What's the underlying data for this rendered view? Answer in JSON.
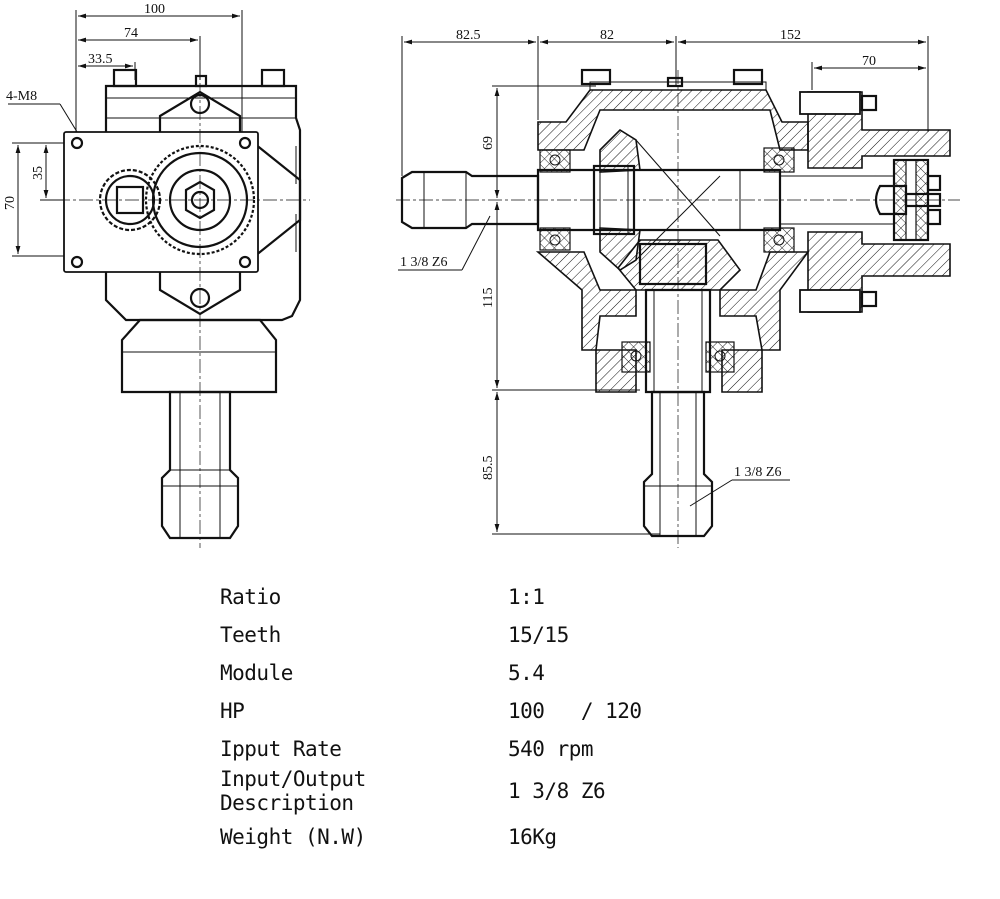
{
  "drawing": {
    "dims_front": {
      "width_100": "100",
      "width_74": "74",
      "width_33_5": "33.5",
      "height_35": "35",
      "height_70": "70",
      "holes": "4-M8"
    },
    "dims_section": {
      "len_82_5": "82.5",
      "len_82": "82",
      "len_152": "152",
      "len_70": "70",
      "h_69": "69",
      "h_115": "115",
      "h_85_5": "85.5",
      "shaft_input": "1 3/8 Z6",
      "shaft_output": "1 3/8 Z6"
    }
  },
  "specs": [
    {
      "label": "Ratio",
      "value": "1:1"
    },
    {
      "label": "Teeth",
      "value": "15/15"
    },
    {
      "label": "Module",
      "value": "5.4"
    },
    {
      "label": "HP",
      "value": "100   / 120"
    },
    {
      "label": "Ipput Rate",
      "value": "540 rpm"
    },
    {
      "label": "Input/Output Description",
      "value": "1 3/8 Z6"
    },
    {
      "label": "Weight (N.W)",
      "value": "16Kg"
    }
  ]
}
